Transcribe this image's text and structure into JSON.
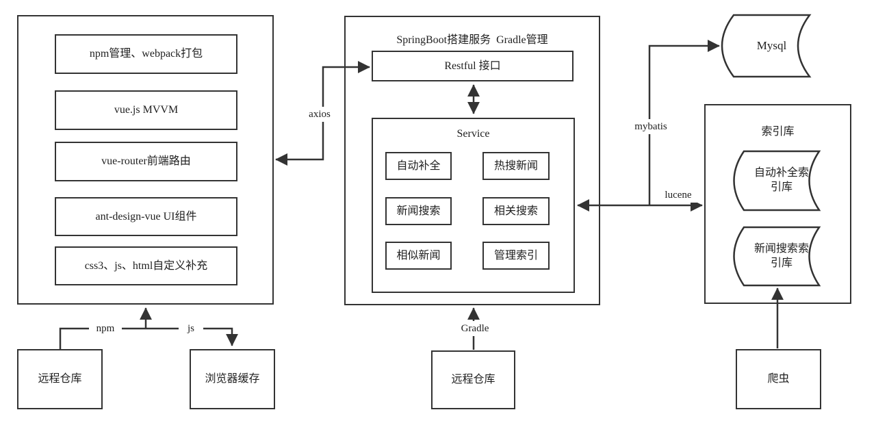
{
  "colors": {
    "line": "#333333",
    "text": "#1f1f1f",
    "background": "#ffffff"
  },
  "frontend": {
    "modules": [
      "npm管理、webpack打包",
      "vue.js MVVM",
      "vue-router前端路由",
      "ant-design-vue UI组件",
      "css3、js、html自定义补充"
    ],
    "npm_repo": "远程仓库",
    "browser_cache": "浏览器缓存"
  },
  "backend": {
    "title": "SpringBoot搭建服务  Gradle管理",
    "restful": "Restful 接口",
    "service": {
      "title": "Service",
      "modules": [
        "自动补全",
        "热搜新闻",
        "新闻搜索",
        "相关搜索",
        "相似新闻",
        "管理索引"
      ]
    },
    "gradle_repo": "远程仓库"
  },
  "storage": {
    "mysql": "Mysql",
    "index_store": {
      "title": "索引库",
      "indexes": [
        "自动补全索\n引库",
        "新闻搜索索\n引库"
      ]
    },
    "crawler": "爬虫"
  },
  "edges": {
    "axios": "axios",
    "npm": "npm",
    "js": "js",
    "gradle": "Gradle",
    "mybatis": "mybatis",
    "lucene": "lucene"
  }
}
